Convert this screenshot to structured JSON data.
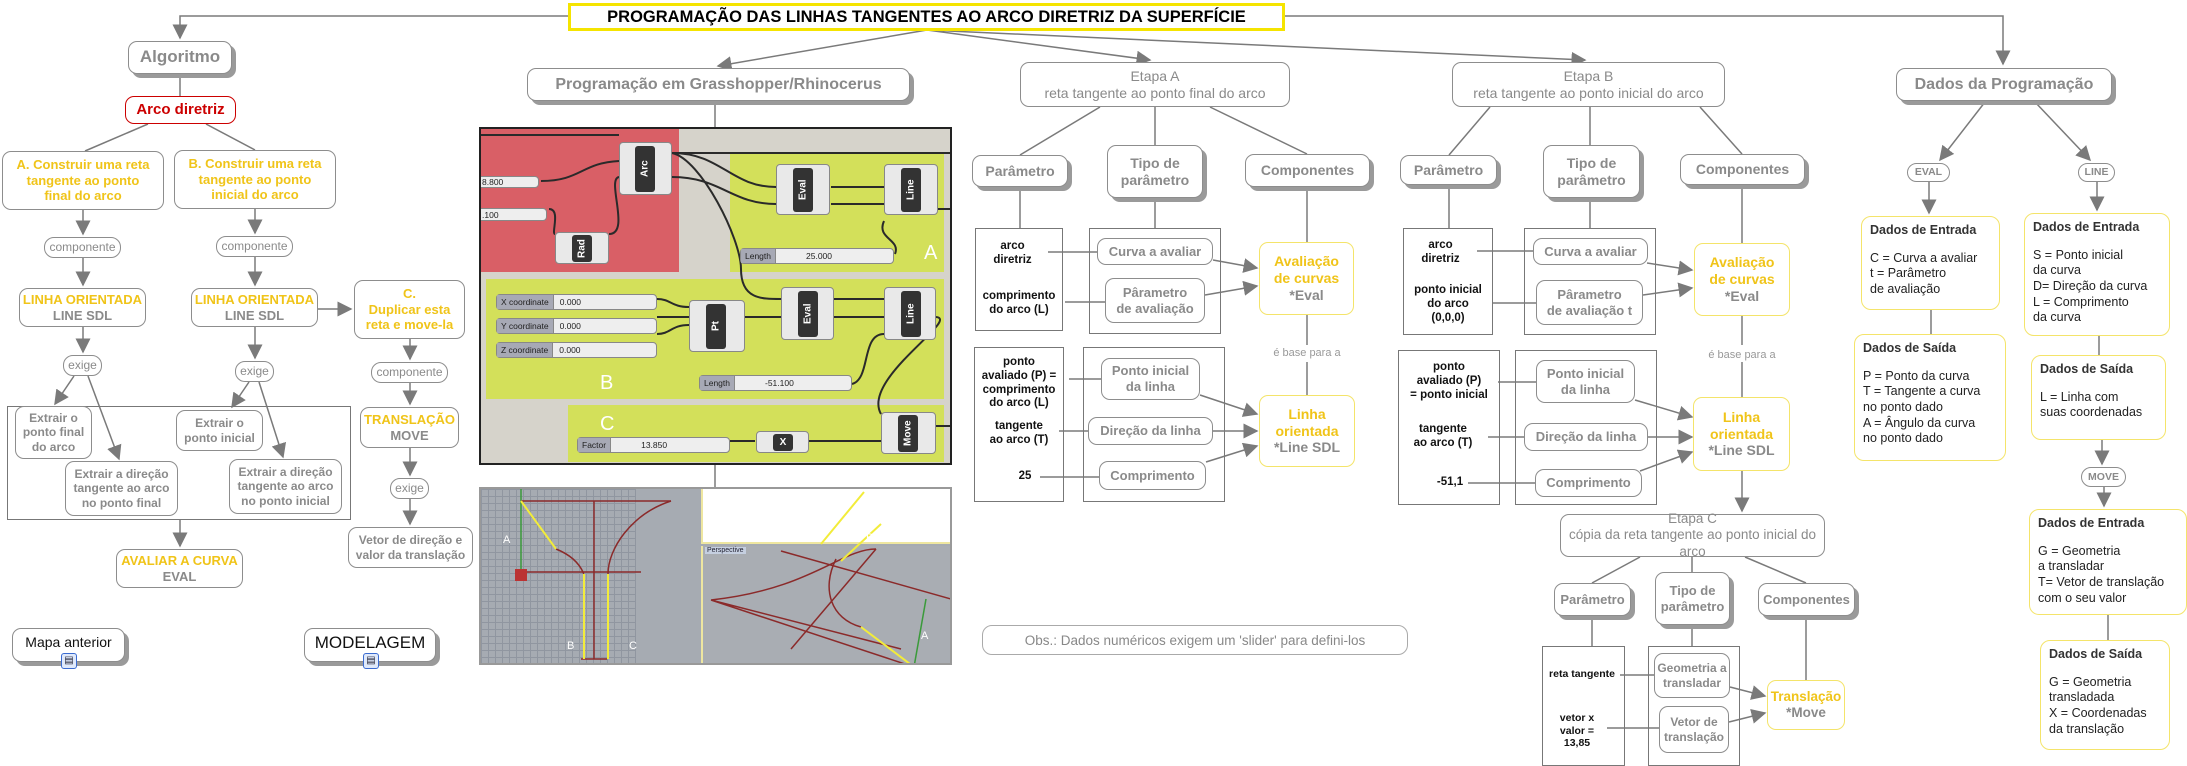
{
  "title": "PROGRAMAÇÃO DAS LINHAS TANGENTES AO ARCO DIRETRIZ DA SUPERFÍCIE",
  "colors": {
    "accent_yellow": "#f0c419",
    "node_gray": "#8a8a8a",
    "red_node": "#cc0000",
    "title_border": "#f5e400"
  },
  "algoritmo": {
    "title": "Algoritmo",
    "arco": "Arco diretriz",
    "a": "A. Construir uma reta\ntangente ao ponto\nfinal do arco",
    "b": "B. Construir uma reta\ntangente ao ponto\ninicial do arco",
    "componente": "componente",
    "exige": "exige",
    "linha": "LINHA ORIENTADA",
    "line_sdl": "LINE SDL",
    "c": "C.\nDuplicar esta\nreta e move-la",
    "extrair_pf": "Extrair o\nponto final\ndo arco",
    "extrair_df": "Extrair a direção\ntangente ao arco\nno ponto final",
    "extrair_pi": "Extrair o\nponto inicial",
    "extrair_di": "Extrair a direção\ntangente ao arco\nno ponto inicial",
    "avaliar": "AVALIAR A CURVA",
    "eval": "EVAL",
    "translacao": "TRANSLAÇÃO",
    "move": "MOVE",
    "vetor": "Vetor de direção e\nvalor da translação"
  },
  "nav": {
    "mapa_anterior": "Mapa anterior",
    "modelagem": "MODELAGEM",
    "link_icon": "concept-map-link-icon"
  },
  "grasshopper": {
    "title": "Programação em Grasshopper/Rhinocerus",
    "slider1": "8.800",
    "slider2": ".100",
    "arc": "Arc",
    "rad": "Rad",
    "eval": "Eval",
    "line": "Line",
    "pt": "Pt",
    "move": "Move",
    "x": "X",
    "length_label": "Length",
    "length_a": "25.000",
    "length_b": "-51.100",
    "x_coord": "X coordinate",
    "y_coord": "Y coordinate",
    "z_coord": "Z coordinate",
    "coord_val": "0.000",
    "factor_label": "Factor",
    "factor": "13.850",
    "group_a": "A",
    "group_b": "B",
    "group_c": "C",
    "viewport": "Perspective"
  },
  "etapa_a": {
    "title": "Etapa A\nreta tangente ao ponto final do arco",
    "parametro": "Parâmetro",
    "tipo": "Tipo de\nparâmetro",
    "componentes": "Componentes",
    "p1": "arco\ndiretriz",
    "p2": "comprimento\ndo arco (L)",
    "t1": "Curva a avaliar",
    "t2": "Pârametro\nde avaliação",
    "c1": "Avaliação\nde curvas",
    "c1s": "*Eval",
    "base": "é base para a",
    "p3": "ponto\navaliado (P) =\ncomprimento\ndo arco (L)",
    "p4": "tangente\nao arco (T)",
    "p5": "25",
    "t3": "Ponto inicial\nda linha",
    "t4": "Direção da linha",
    "t5": "Comprimento",
    "c2": "Linha\norientada",
    "c2s": "*Line SDL"
  },
  "etapa_b": {
    "title": "Etapa B\nreta tangente ao ponto inicial do arco",
    "parametro": "Parâmetro",
    "tipo": "Tipo de\nparâmetro",
    "componentes": "Componentes",
    "p1": "arco\ndiretriz",
    "p2": "ponto inicial\ndo arco\n(0,0,0)",
    "t1": "Curva a avaliar",
    "t2": "Pârametro\nde avaliação t",
    "c1": "Avaliação\nde curvas",
    "c1s": "*Eval",
    "base": "é base para a",
    "p3": "ponto\navaliado (P)\n= ponto inicial",
    "p4": "tangente\nao arco (T)",
    "p5": "-51,1",
    "t3": "Ponto inicial\nda linha",
    "t4": "Direção da linha",
    "t5": "Comprimento",
    "c2": "Linha\norientada",
    "c2s": "*Line SDL"
  },
  "etapa_c": {
    "title": "Etapa C\ncópia da reta tangente ao ponto inicial do arco",
    "parametro": "Parâmetro",
    "tipo": "Tipo de\nparâmetro",
    "componentes": "Componentes",
    "p1": "reta tangente",
    "p2": "vetor x\nvalor =\n13,85",
    "t1": "Geometria a\ntransladar",
    "t2": "Vetor de\ntranslação",
    "c1": "Translação",
    "c1s": "*Move"
  },
  "obs": "Obs.: Dados numéricos exigem um 'slider' para defini-los",
  "dados": {
    "title": "Dados da Programação",
    "eval": "EVAL",
    "line": "LINE",
    "move": "MOVE",
    "entrada": "Dados de Entrada",
    "saida": "Dados de Saída",
    "eval_in": "C = Curva a avaliar\nt = Parâmetro\nde avaliação",
    "eval_out": "P = Ponto da curva\nT = Tangente a curva\nno ponto dado\nA = Ângulo da curva\nno ponto dado",
    "line_in": "S = Ponto inicial\nda curva\nD= Direção da curva\nL = Comprimento\nda curva",
    "line_out": "L = Linha com\nsuas  coordenadas",
    "move_in": "G = Geometria\na transladar\nT= Vetor de translação\ncom o seu valor",
    "move_out": "G = Geometria\ntransladada\nX = Coordenadas\nda translação"
  }
}
